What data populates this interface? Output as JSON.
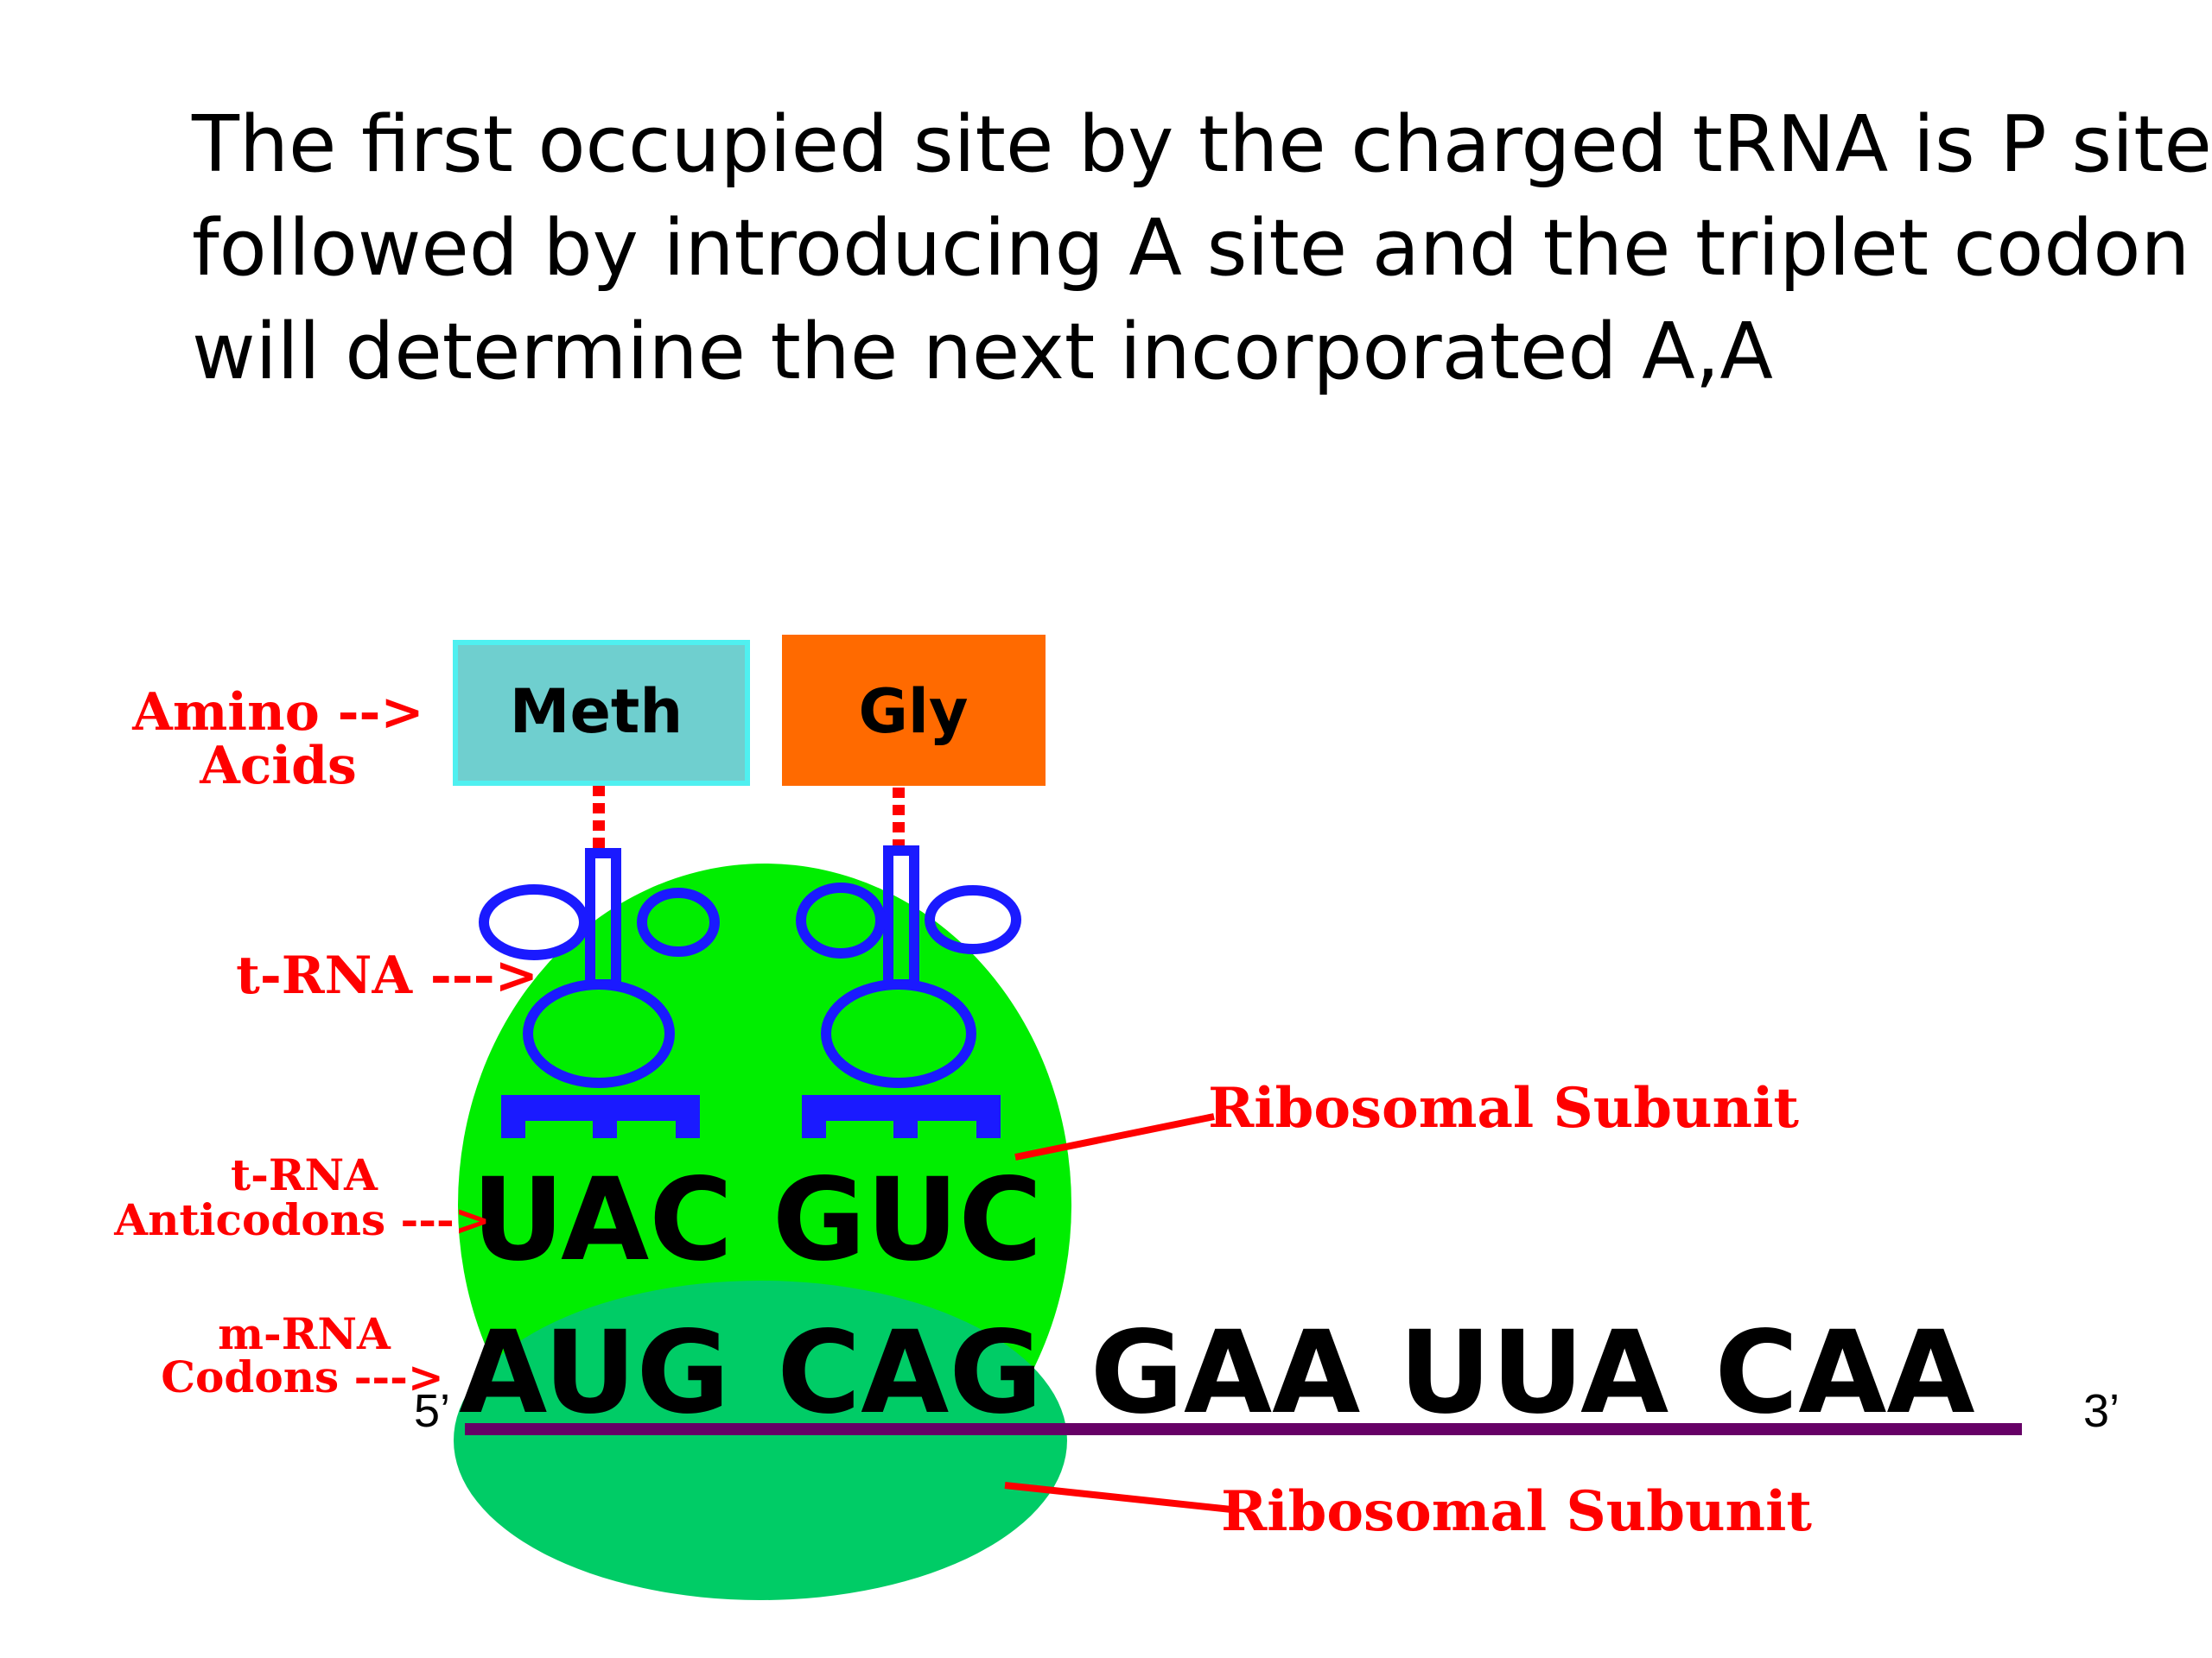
{
  "text": {
    "line1": "The first occupied site by the  charged tRNA  is P site",
    "line2": "followed by introducing A site and the triplet codon",
    "line3": "will determine the next incorporated A,A"
  },
  "labels": {
    "amino_line1": "Amino -->",
    "amino_line2": "Acids",
    "trna": "t-RNA --->",
    "anticodons_line1": "t-RNA",
    "anticodons_line2": "Anticodons --->",
    "codons_line1": "m-RNA",
    "codons_line2": "Codons --->",
    "ribosomal_upper": "Ribosomal Subunit",
    "ribosomal_lower": "Ribosomal Subunit",
    "five_prime": "5’",
    "three_prime": "3’"
  },
  "amino_acids": [
    "Meth",
    "Gly"
  ],
  "anticodons": [
    "UAC",
    "GUC"
  ],
  "codons": [
    "AUG",
    "CAG",
    "GAA",
    "UUA",
    "CAA"
  ],
  "colors": {
    "meth_box": "#6fcfcf",
    "meth_border": "#4ff0f0",
    "gly_box": "#ff6a00",
    "large_subunit": "#00ee00",
    "small_subunit": "#00cc66",
    "trna": "#1a1aff",
    "mrna_line": "#660066",
    "label_red": "#ff0000"
  }
}
